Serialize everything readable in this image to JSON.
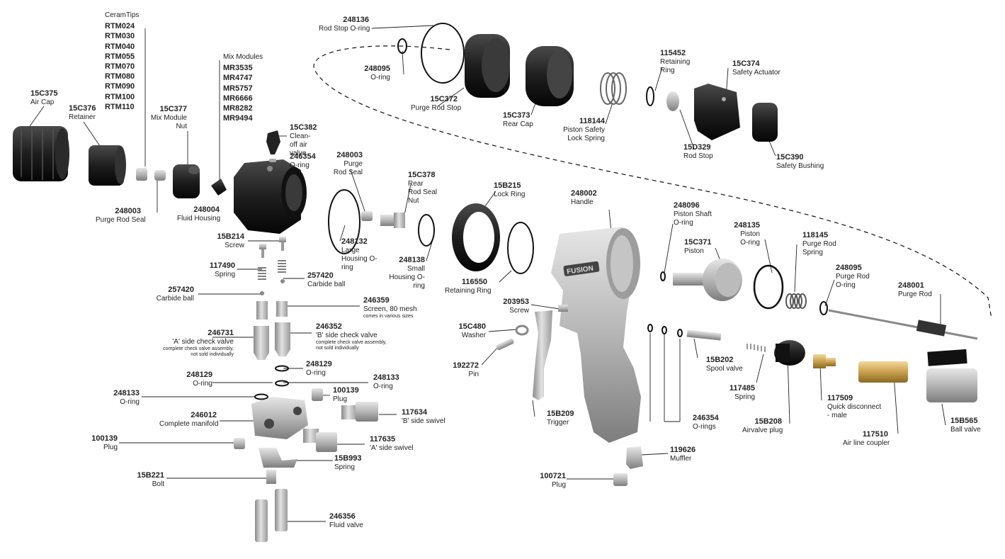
{
  "ceramtips": {
    "title": "CeramTips",
    "items": [
      "RTM024",
      "RTM030",
      "RTM040",
      "RTM055",
      "RTM070",
      "RTM080",
      "RTM090",
      "RTM100",
      "RTM110"
    ]
  },
  "mixmodules": {
    "title": "Mix Modules",
    "items": [
      "MR3535",
      "MR4747",
      "MR5757",
      "MR6666",
      "MR8282",
      "MR9494"
    ]
  },
  "callouts": [
    {
      "pn": "15C375",
      "name": "Air Cap"
    },
    {
      "pn": "15C376",
      "name": "Retainer"
    },
    {
      "pn": "15C377",
      "name": "Mix Module Nut"
    },
    {
      "pn": "248003",
      "name": "Purge Rod Seal"
    },
    {
      "pn": "15C382",
      "name": "Clean-off air valve"
    },
    {
      "pn": "246354",
      "name": "O-ring"
    },
    {
      "pn": "248004",
      "name": "Fluid Housing"
    },
    {
      "pn": "15B214",
      "name": "Screw"
    },
    {
      "pn": "117490",
      "name": "Spring"
    },
    {
      "pn": "257420",
      "name": "Carbide ball"
    },
    {
      "pn": "257420",
      "name": "Carbide ball"
    },
    {
      "pn": "246359",
      "name": "Screen, 80 mesh",
      "note": "comes in various sizes"
    },
    {
      "pn": "246731",
      "name": "'A' side check valve",
      "note": "complete check valve assembly, not sold individually"
    },
    {
      "pn": "246352",
      "name": "'B' side check valve",
      "note": "complete check valve assembly, not sold individually"
    },
    {
      "pn": "248129",
      "name": "O-ring"
    },
    {
      "pn": "248129",
      "name": "O-ring"
    },
    {
      "pn": "248133",
      "name": "O-ring"
    },
    {
      "pn": "248133",
      "name": "O-ring"
    },
    {
      "pn": "100139",
      "name": "Plug"
    },
    {
      "pn": "246012",
      "name": "Complete manifold"
    },
    {
      "pn": "117634",
      "name": "'B' side swivel"
    },
    {
      "pn": "100139",
      "name": "Plug"
    },
    {
      "pn": "117635",
      "name": "'A' side swivel"
    },
    {
      "pn": "15B993",
      "name": "Spring"
    },
    {
      "pn": "15B221",
      "name": "Bolt"
    },
    {
      "pn": "246356",
      "name": "Fluid valve"
    },
    {
      "pn": "248136",
      "name": "Rod Stop O-ring"
    },
    {
      "pn": "248095",
      "name": "O-ring"
    },
    {
      "pn": "15C372",
      "name": "Purge Rod Stop"
    },
    {
      "pn": "15C373",
      "name": "Rear Cap"
    },
    {
      "pn": "118144",
      "name": "Piston Safety Lock Spring"
    },
    {
      "pn": "115452",
      "name": "Retaining Ring"
    },
    {
      "pn": "15C374",
      "name": "Safety Actuator"
    },
    {
      "pn": "15D329",
      "name": "Rod Stop"
    },
    {
      "pn": "15C390",
      "name": "Safety Bushing"
    },
    {
      "pn": "248003",
      "name": "Purge Rod Seal"
    },
    {
      "pn": "15C378",
      "name": "Rear Rod Seal Nut"
    },
    {
      "pn": "248132",
      "name": "Large Housing O-ring"
    },
    {
      "pn": "248138",
      "name": "Small Housing O-ring"
    },
    {
      "pn": "15B215",
      "name": "Lock Ring"
    },
    {
      "pn": "116550",
      "name": "Retaining Ring"
    },
    {
      "pn": "248002",
      "name": "Handle"
    },
    {
      "pn": "248096",
      "name": "Piston Shaft O-ring"
    },
    {
      "pn": "248135",
      "name": "Piston O-ring"
    },
    {
      "pn": "15C371",
      "name": "Piston"
    },
    {
      "pn": "118145",
      "name": "Purge Rod Spring"
    },
    {
      "pn": "248095",
      "name": "Purge Rod O-ring"
    },
    {
      "pn": "248001",
      "name": "Purge Rod"
    },
    {
      "pn": "203953",
      "name": "Screw"
    },
    {
      "pn": "15C480",
      "name": "Washer"
    },
    {
      "pn": "192272",
      "name": "Pin"
    },
    {
      "pn": "15B209",
      "name": "Trigger"
    },
    {
      "pn": "15B202",
      "name": "Spool valve"
    },
    {
      "pn": "117485",
      "name": "Spring"
    },
    {
      "pn": "246354",
      "name": "O-rings"
    },
    {
      "pn": "15B208",
      "name": "Airvalve plug"
    },
    {
      "pn": "117509",
      "name": "Quick disconnect - male"
    },
    {
      "pn": "117510",
      "name": "Air line coupler"
    },
    {
      "pn": "15B565",
      "name": "Ball valve"
    },
    {
      "pn": "119626",
      "name": "Muffler"
    },
    {
      "pn": "100721",
      "name": "Plug"
    }
  ],
  "handle_brand": "FUSION"
}
